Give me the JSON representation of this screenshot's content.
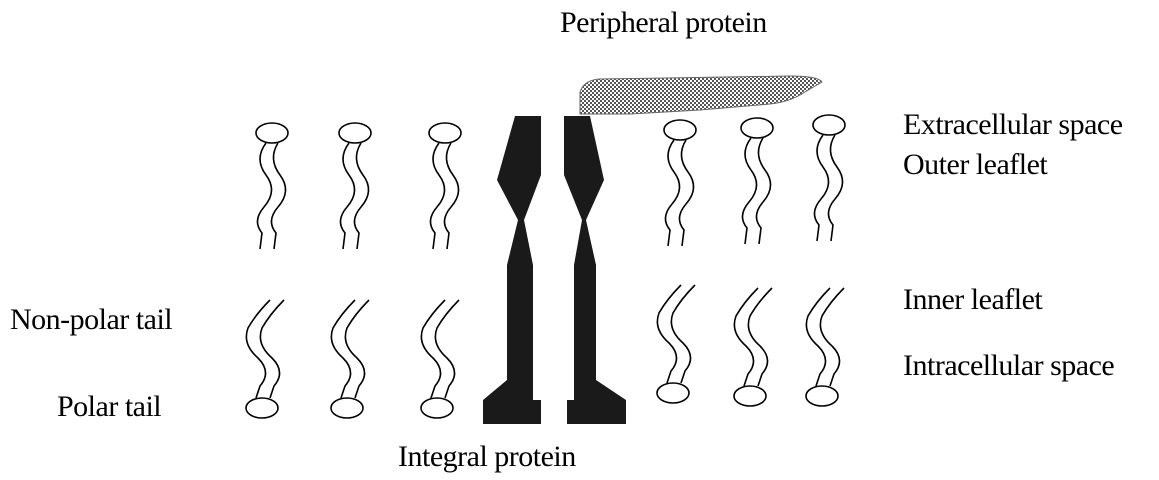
{
  "labels": {
    "peripheral_protein": "Peripheral protein",
    "extracellular_space": "Extracellular space",
    "outer_leaflet": "Outer leaflet",
    "inner_leaflet": "Inner leaflet",
    "intracellular_space": "Intracellular space",
    "non_polar_tail": "Non-polar tail",
    "polar_tail": "Polar tail",
    "integral_protein": "Integral protein"
  },
  "colors": {
    "integral_protein": "#1a1a1a",
    "peripheral_protein": "#bdbdbd",
    "outline": "#000000",
    "background": "#ffffff"
  }
}
